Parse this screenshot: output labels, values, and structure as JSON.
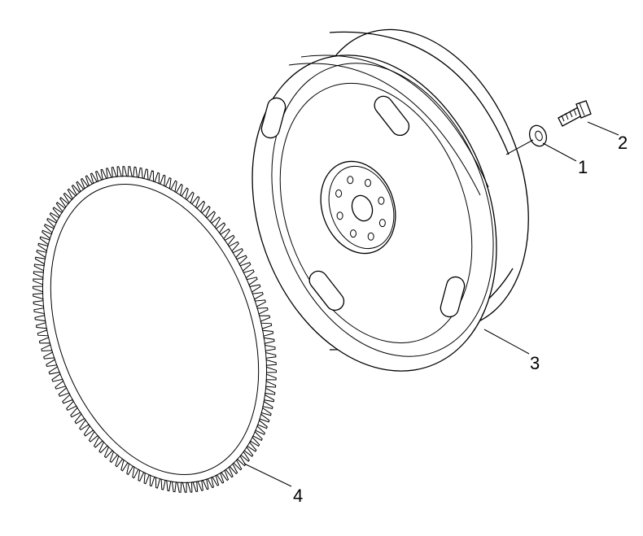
{
  "callouts": [
    {
      "id": "1",
      "label": "1",
      "part": "washer"
    },
    {
      "id": "2",
      "label": "2",
      "part": "bolt"
    },
    {
      "id": "3",
      "label": "3",
      "part": "flywheel"
    },
    {
      "id": "4",
      "label": "4",
      "part": "ring-gear"
    }
  ],
  "ring_gear": {
    "teeth": 130
  },
  "flywheel": {
    "bolt_holes": 8,
    "slots": 4
  },
  "colors": {
    "line": "#000000",
    "background": "#ffffff"
  }
}
